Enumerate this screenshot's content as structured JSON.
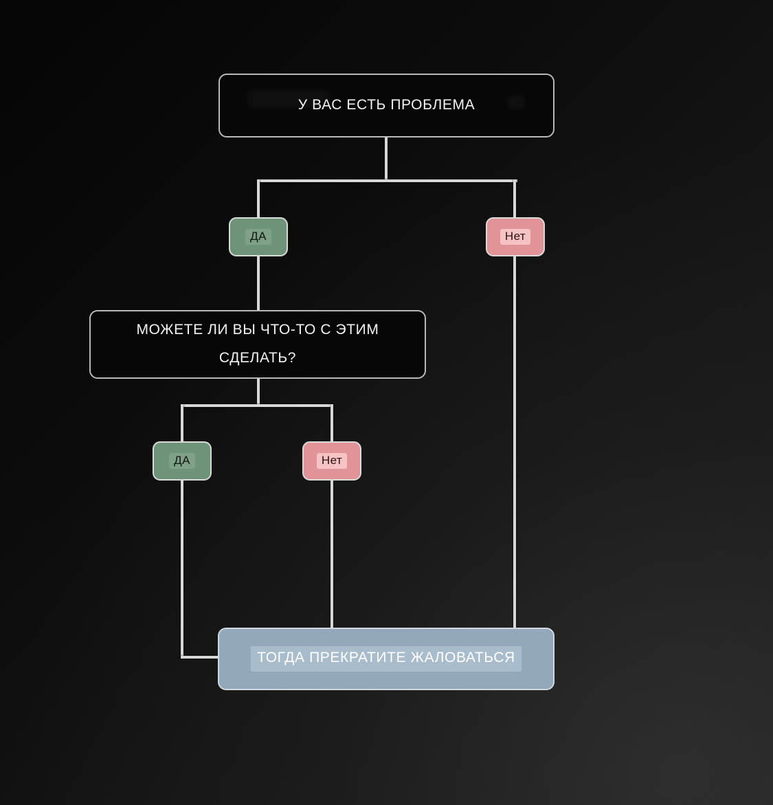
{
  "chart_data": {
    "type": "diagram",
    "title": "",
    "diagram_kind": "flowchart",
    "language": "ru",
    "nodes": [
      {
        "id": "q1",
        "label": "У ВАС ЕСТЬ ПРОБЛЕМА",
        "shape": "rounded-rect",
        "style": "question",
        "fill": "#070707",
        "border": "#b9b9b9",
        "text_color": "#f2f2f2"
      },
      {
        "id": "q2",
        "label": "МОЖЕТЕ ЛИ ВЫ ЧТО-ТО С ЭТИМ СДЕЛАТЬ?",
        "label_line1": "МОЖЕТЕ ЛИ ВЫ ЧТО-ТО С ЭТИМ",
        "label_line2": "СДЕЛАТЬ?",
        "shape": "rounded-rect",
        "style": "question",
        "fill": "#070707",
        "border": "#b9b9b9",
        "text_color": "#f2f2f2"
      },
      {
        "id": "end",
        "label": "ТОГДА ПРЕКРАТИТЕ ЖАЛОВАТЬСЯ",
        "shape": "rounded-rect",
        "style": "terminal",
        "fill": "#93a8bb",
        "border": "#cfd8e0",
        "text_color": "#ffffff"
      }
    ],
    "edges": [
      {
        "from": "q1",
        "to": "q2",
        "label": "ДА",
        "label_style": "yes"
      },
      {
        "from": "q1",
        "to": "end",
        "label": "Нет",
        "label_style": "no"
      },
      {
        "from": "q2",
        "to": "end",
        "label": "ДА",
        "label_style": "yes"
      },
      {
        "from": "q2",
        "to": "end",
        "label": "Нет",
        "label_style": "no"
      }
    ],
    "legend": [],
    "colors": {
      "background_dark": "#050505",
      "background_light": "#1f1f1f",
      "connector": "#d8d8d8",
      "yes_fill": "#6d9478",
      "no_fill": "#e09498",
      "terminal_fill": "#93a8bb"
    }
  },
  "diagram": {
    "node_problem": {
      "text": "У ВАС ЕСТЬ ПРОБЛЕМА"
    },
    "node_can_do": {
      "line1": "МОЖЕТЕ ЛИ ВЫ ЧТО-ТО С ЭТИМ",
      "line2": "СДЕЛАТЬ?"
    },
    "node_stop_complaining": {
      "text": "ТОГДА ПРЕКРАТИТЕ ЖАЛОВАТЬСЯ"
    },
    "badge_yes_top": {
      "text": "ДА"
    },
    "badge_no_top": {
      "text": "Нет"
    },
    "badge_yes_bottom": {
      "text": "ДА"
    },
    "badge_no_bottom": {
      "text": "Нет"
    }
  }
}
